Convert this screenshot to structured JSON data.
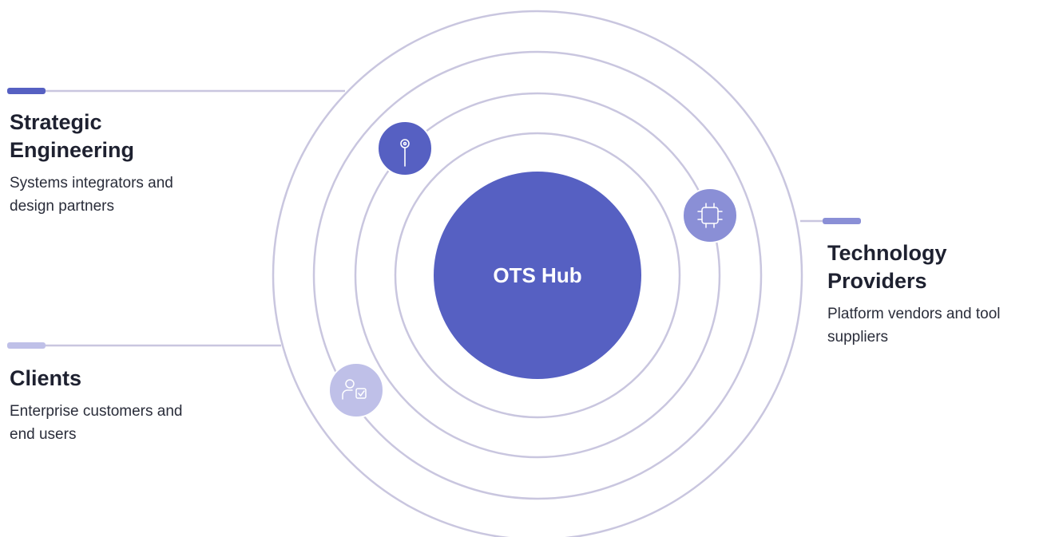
{
  "hub": {
    "label": "OTS Hub",
    "color": "#5660c2"
  },
  "ring_color": "#c9c6df",
  "groups": {
    "strategic": {
      "title": "Strategic Engineering",
      "title_line1": "Strategic",
      "title_line2": "Engineering",
      "description": "Systems integrators and design partners",
      "desc_line1": "Systems integrators and",
      "desc_line2": "design partners",
      "accent_color": "#5660c2",
      "icon": "antenna-icon"
    },
    "technology": {
      "title": "Technology Providers",
      "title_line1": "Technology",
      "title_line2": "Providers",
      "description": "Platform vendors and tool suppliers",
      "desc_line1": "Platform vendors and tool",
      "desc_line2": "suppliers",
      "accent_color": "#8a8fd6",
      "icon": "chip-icon"
    },
    "clients": {
      "title": "Clients",
      "description": "Enterprise customers and end users",
      "desc_line1": "Enterprise customers and",
      "desc_line2": "end users",
      "accent_color": "#bfc0e8",
      "icon": "user-check-icon"
    }
  }
}
